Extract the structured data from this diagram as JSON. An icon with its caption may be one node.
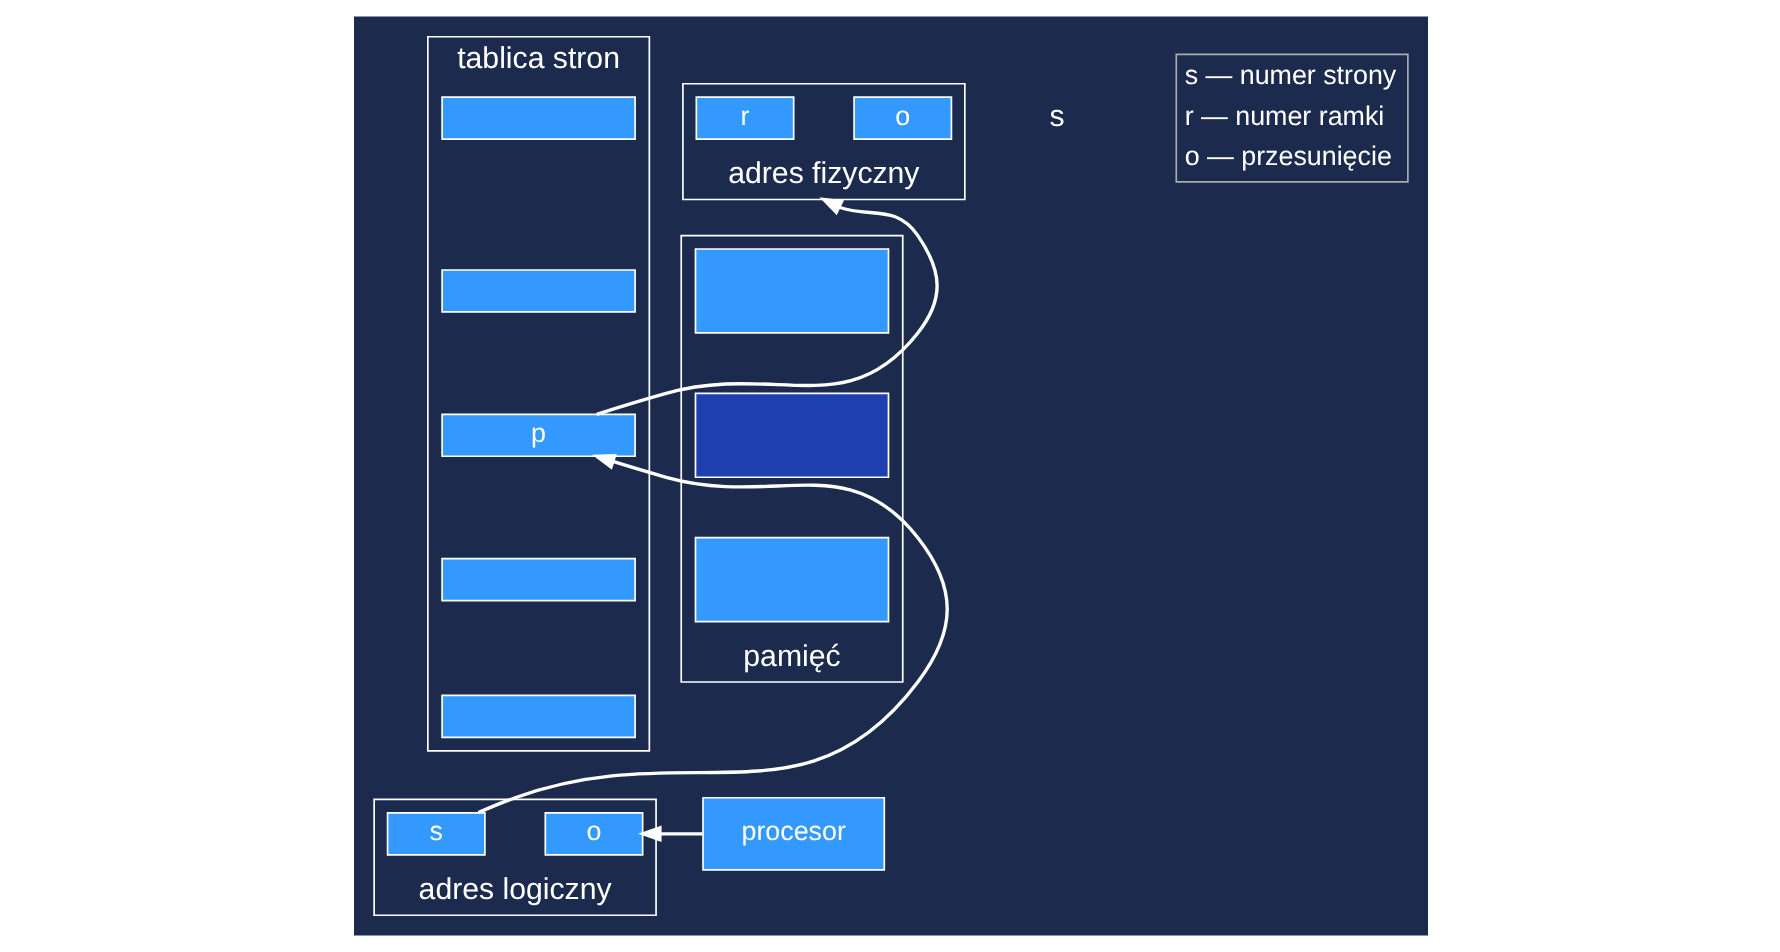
{
  "diagram": {
    "nodes": [
      {
        "text": [
          "tablica stron"
        ]
      },
      {
        "text": [],
        "shape": "box",
        "in": 0
      },
      {
        "text": [],
        "shape": "box",
        "in": 0
      },
      {
        "text": [
          "p"
        ],
        "in": 0
      },
      {
        "text": [],
        "shape": "box",
        "in": 0
      },
      {
        "text": [],
        "shape": "box",
        "in": 0
      },
      {
        "text": [
          "adres fizyczny"
        ]
      },
      {
        "text": [
          "r"
        ],
        "in": 6
      },
      {
        "text": [
          "o"
        ],
        "in": 6
      },
      {
        "text": [
          "adres logiczny"
        ]
      },
      {
        "text": [
          "s"
        ],
        "in": 9
      },
      {
        "text": [
          "o"
        ],
        "in": 9
      },
      {
        "text": [
          "procesor"
        ]
      },
      {
        "text": [
          "pamięć"
        ]
      },
      {
        "text": [],
        "shape": "box",
        "in": 13
      },
      {
        "text": [],
        "shape": "box",
        "in": 13
      },
      {
        "text": [],
        "shape": "box",
        "in": 13
      }
    ],
    "edges": [
      {
        "from": 10,
        "to": 3,
        "arrow": "to"
      },
      {
        "from": 3,
        "to": 6,
        "arrow": "to"
      },
      {
        "from": 12,
        "to": 11,
        "arrow": "to"
      }
    ],
    "labels": [
      "s",
      "s — numer strony",
      "r — numer ramki",
      "o — przesunięcie"
    ]
  }
}
